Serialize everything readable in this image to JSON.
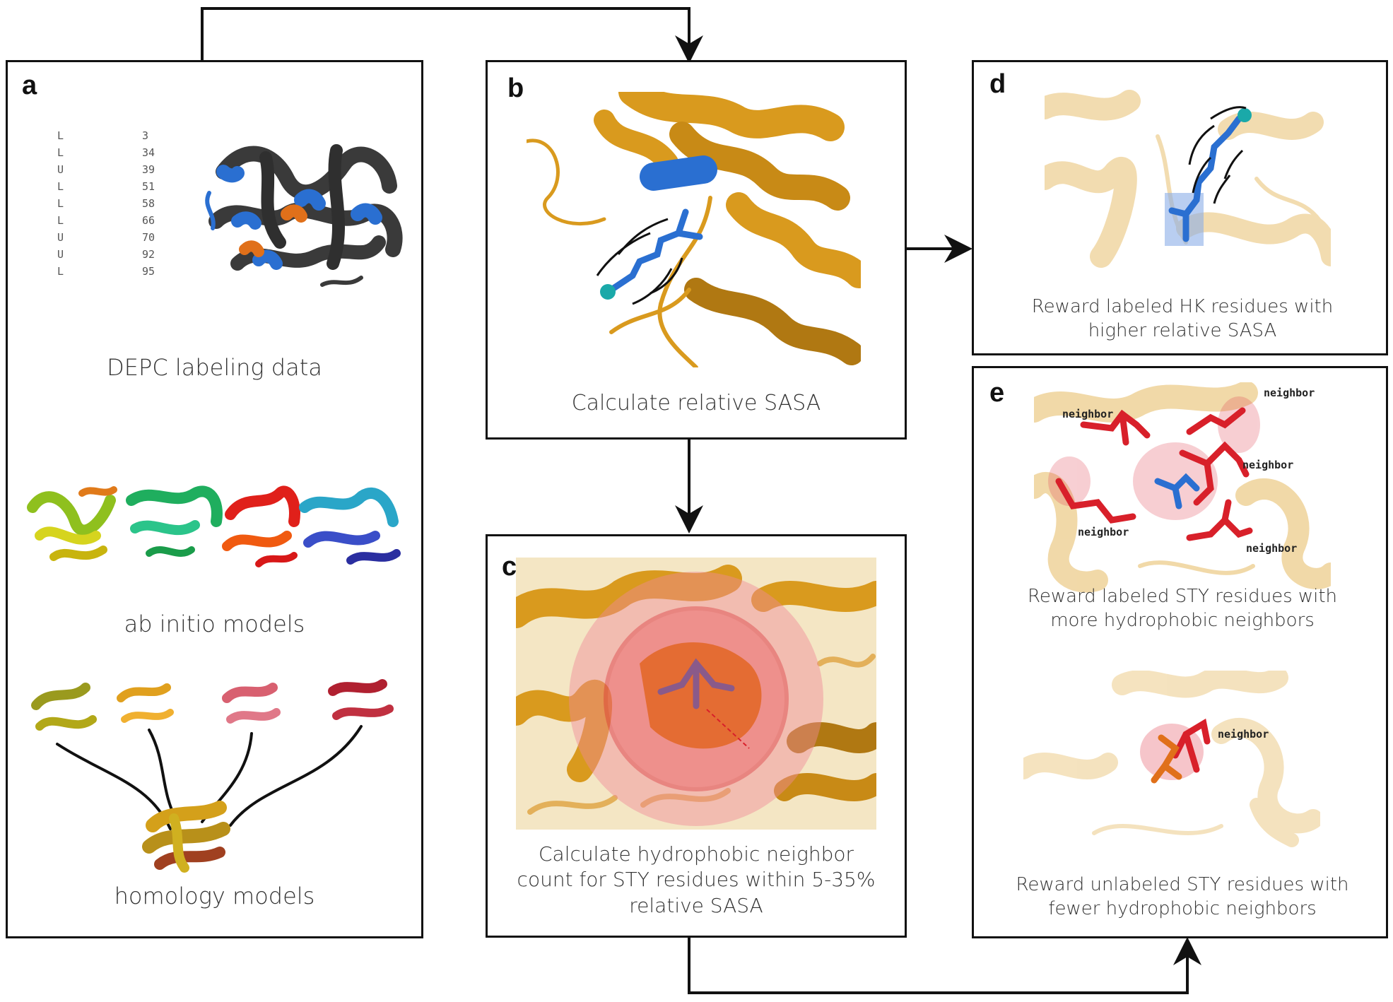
{
  "panels": {
    "a": {
      "label": "a",
      "depc_rows": [
        {
          "code": "L",
          "num": "3"
        },
        {
          "code": "L",
          "num": "34"
        },
        {
          "code": "U",
          "num": "39"
        },
        {
          "code": "L",
          "num": "51"
        },
        {
          "code": "L",
          "num": "58"
        },
        {
          "code": "L",
          "num": "66"
        },
        {
          "code": "U",
          "num": "70"
        },
        {
          "code": "U",
          "num": "92"
        },
        {
          "code": "L",
          "num": "95"
        }
      ],
      "caption_depc": "DEPC labeling data",
      "caption_abinitio": "ab initio models",
      "caption_homology": "homology models"
    },
    "b": {
      "label": "b",
      "caption": "Calculate relative SASA"
    },
    "c": {
      "label": "c",
      "caption": "Calculate hydrophobic neighbor count for STY residues within 5-35% relative SASA"
    },
    "d": {
      "label": "d",
      "caption": "Reward labeled HK residues with higher relative SASA"
    },
    "e": {
      "label": "e",
      "caption_top": "Reward labeled STY residues with more hydrophobic neighbors",
      "caption_bottom": "Reward unlabeled STY residues with fewer hydrophobic neighbors",
      "neighbor_label": "neighbor"
    }
  },
  "colors": {
    "protein_gold": "#d99a1e",
    "protein_dark_gold": "#b07812",
    "residue_blue": "#2a6fd1",
    "residue_red": "#d8202a",
    "residue_orange": "#e0701a",
    "probe_teal": "#1aa9a9",
    "dark_gray": "#3a3a3a"
  }
}
